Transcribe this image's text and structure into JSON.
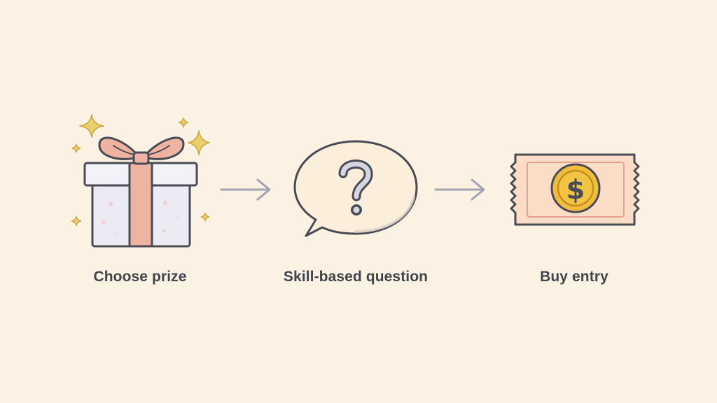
{
  "colors": {
    "background": "#fbf2e3",
    "outline": "#4a4c55",
    "ribbon": "#efb4a1",
    "sparkle": "#eccf6c",
    "arrow": "#a2a4b4",
    "coin": "#f0bd3c",
    "ticket": "#fbdcc7"
  },
  "steps": [
    {
      "label": "Choose prize",
      "icon": "gift-box-icon"
    },
    {
      "label": "Skill-based question",
      "icon": "question-speech-bubble-icon"
    },
    {
      "label": "Buy entry",
      "icon": "ticket-coin-icon"
    }
  ],
  "connectors": [
    {
      "icon": "arrow-right-icon"
    },
    {
      "icon": "arrow-right-icon"
    }
  ]
}
